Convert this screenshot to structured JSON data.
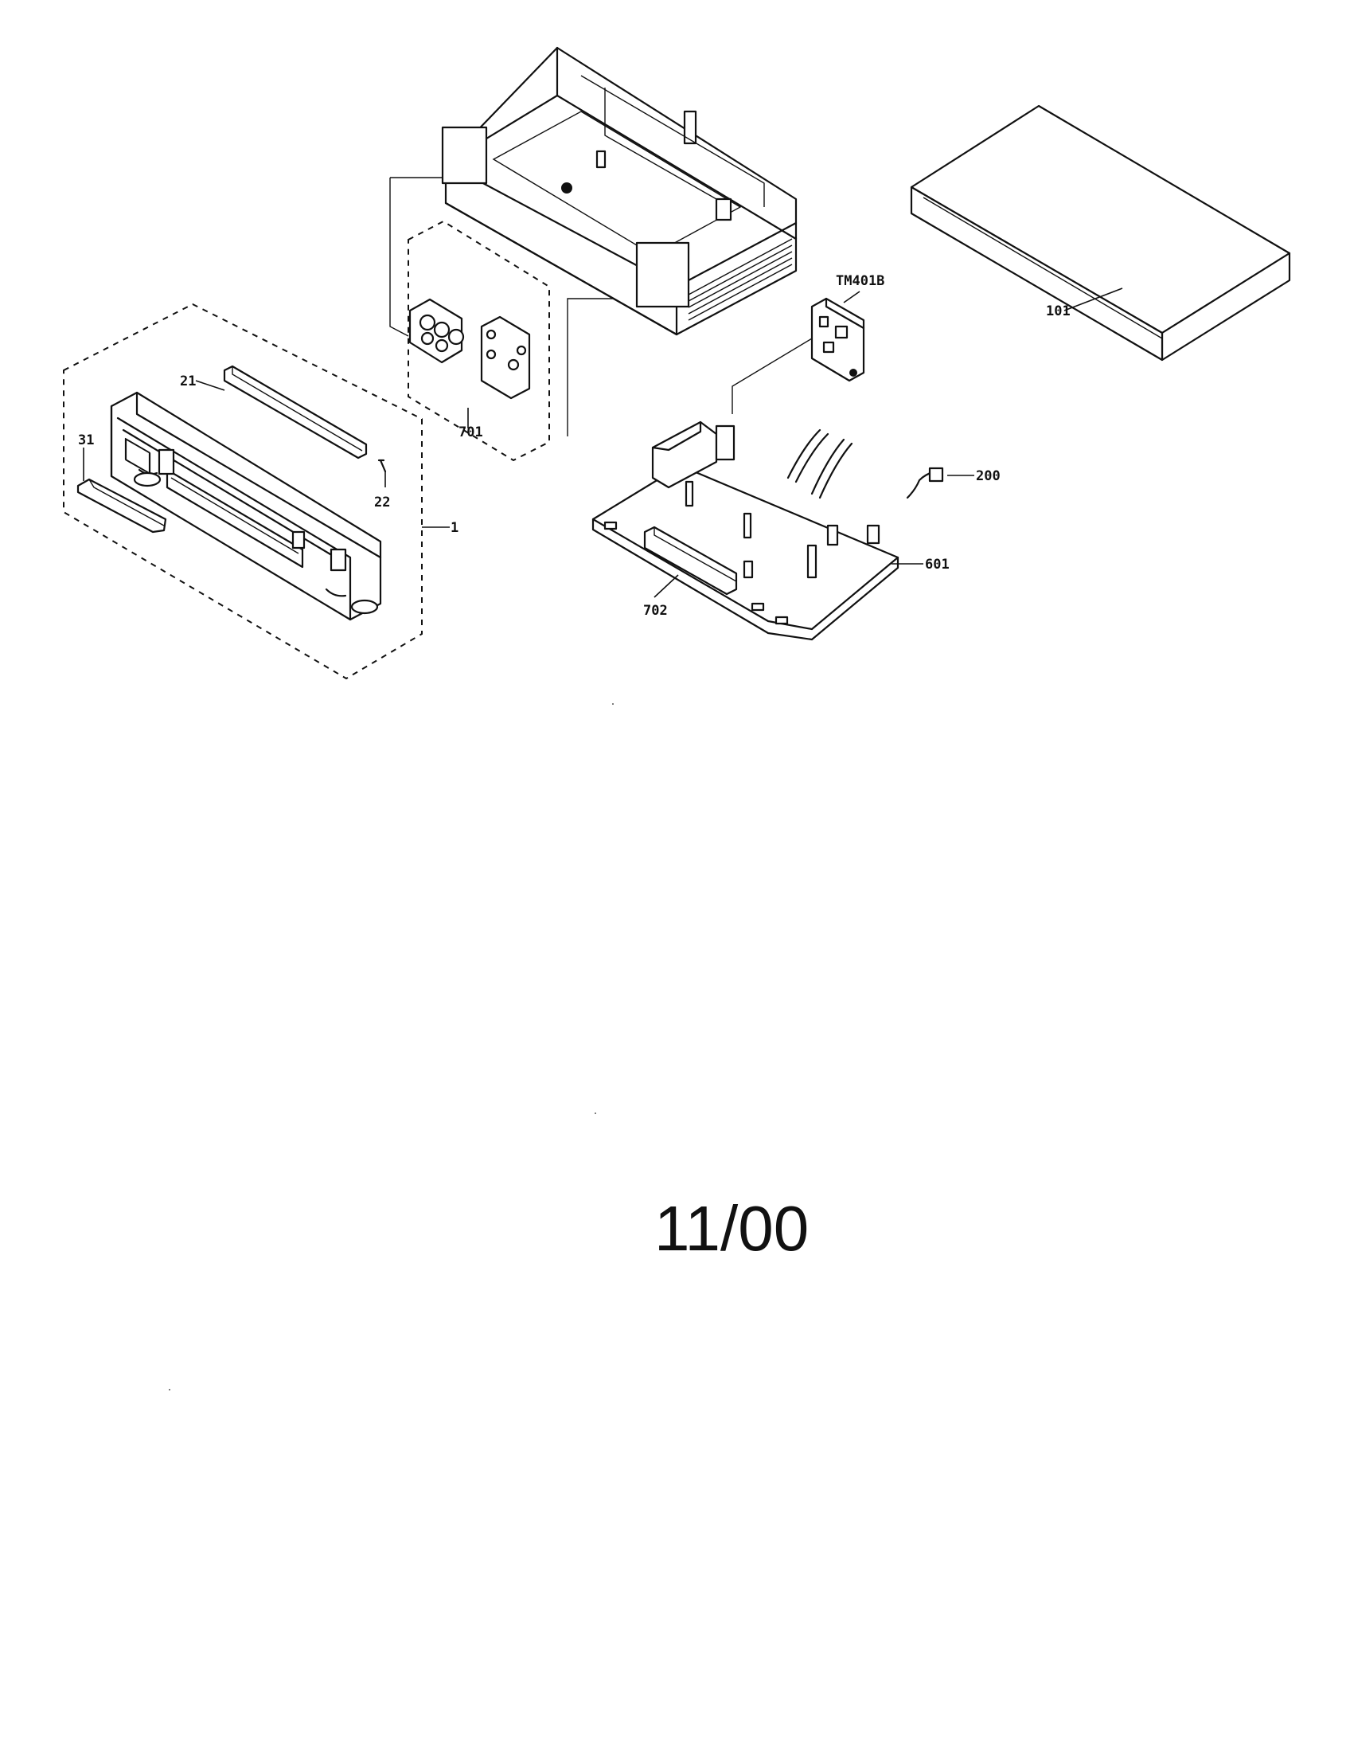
{
  "callouts": {
    "c1": "1",
    "c21": "21",
    "c22": "22",
    "c31": "31",
    "c101": "101",
    "c200": "200",
    "c601": "601",
    "c701": "701",
    "c702": "702",
    "tm": "TM401B"
  },
  "date": "11/00"
}
